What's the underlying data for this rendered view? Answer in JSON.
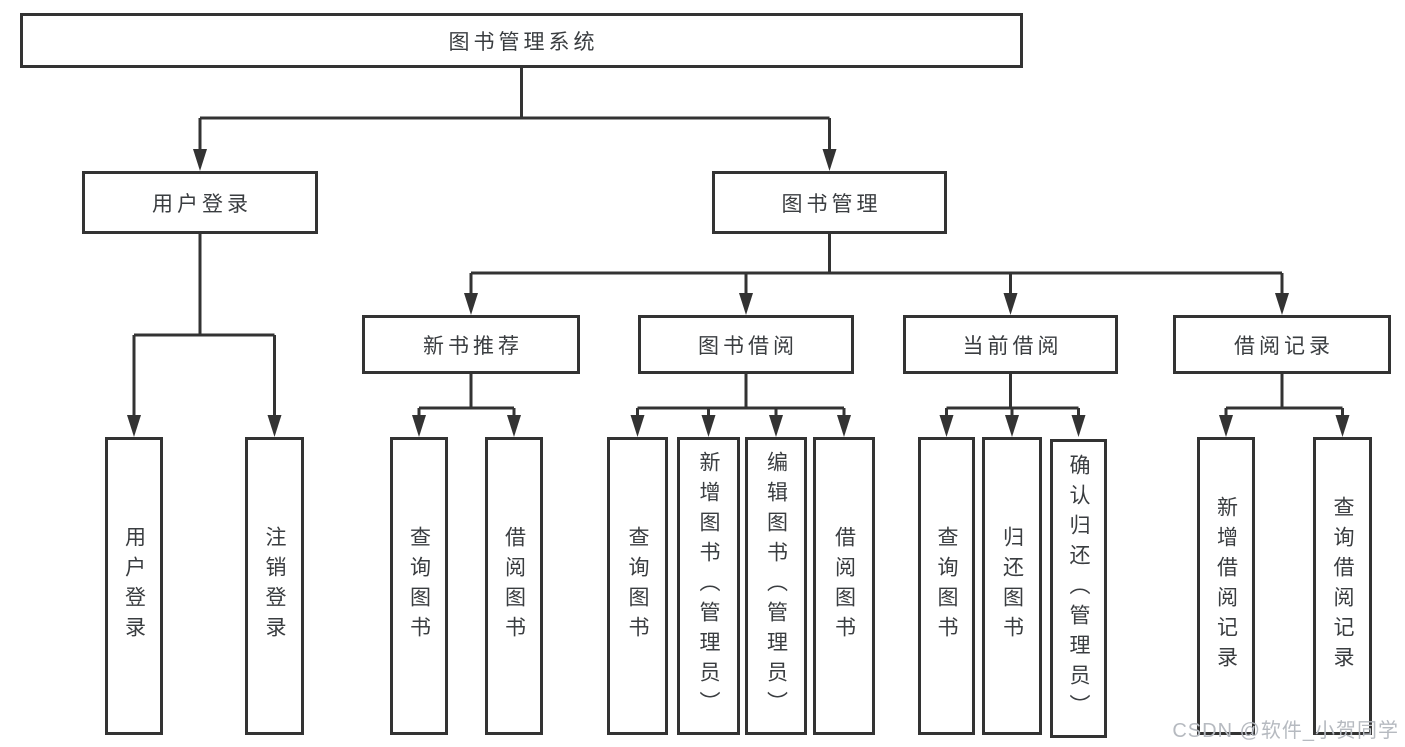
{
  "diagram_title": "图书管理系统",
  "colors": {
    "line": "#333333",
    "box_border": "#333333",
    "box_fill": "#ffffff",
    "text": "#3a3d40",
    "watermark": "#b6bac0",
    "background": "#ffffff"
  },
  "nodes": {
    "root": {
      "label": "图书管理系统"
    },
    "user_login": {
      "label": "用户登录"
    },
    "book_management": {
      "label": "图书管理"
    },
    "new_book_rec": {
      "label": "新书推荐"
    },
    "book_borrow": {
      "label": "图书借阅"
    },
    "current_borrow": {
      "label": "当前借阅"
    },
    "borrow_records": {
      "label": "借阅记录"
    },
    "leaf_user_login": {
      "label": "用户登录"
    },
    "leaf_logout": {
      "label": "注销登录"
    },
    "leaf_nb_query": {
      "label": "查询图书"
    },
    "leaf_nb_borrow": {
      "label": "借阅图书"
    },
    "leaf_bb_query": {
      "label": "查询图书"
    },
    "leaf_bb_add": {
      "label": "新增图书（管理员）"
    },
    "leaf_bb_edit": {
      "label": "编辑图书（管理员）"
    },
    "leaf_bb_borrow": {
      "label": "借阅图书"
    },
    "leaf_cb_query": {
      "label": "查询图书"
    },
    "leaf_cb_return": {
      "label": "归还图书"
    },
    "leaf_cb_confirm": {
      "label": "确认归还（管理员）"
    },
    "leaf_br_add": {
      "label": "新增借阅记录"
    },
    "leaf_br_query": {
      "label": "查询借阅记录"
    }
  },
  "hierarchy": {
    "图书管理系统": {
      "用户登录": [
        "用户登录",
        "注销登录"
      ],
      "图书管理": {
        "新书推荐": [
          "查询图书",
          "借阅图书"
        ],
        "图书借阅": [
          "查询图书",
          "新增图书（管理员）",
          "编辑图书（管理员）",
          "借阅图书"
        ],
        "当前借阅": [
          "查询图书",
          "归还图书",
          "确认归还（管理员）"
        ],
        "借阅记录": [
          "新增借阅记录",
          "查询借阅记录"
        ]
      }
    }
  },
  "watermark": {
    "text": "CSDN @软件_小贺同学"
  }
}
